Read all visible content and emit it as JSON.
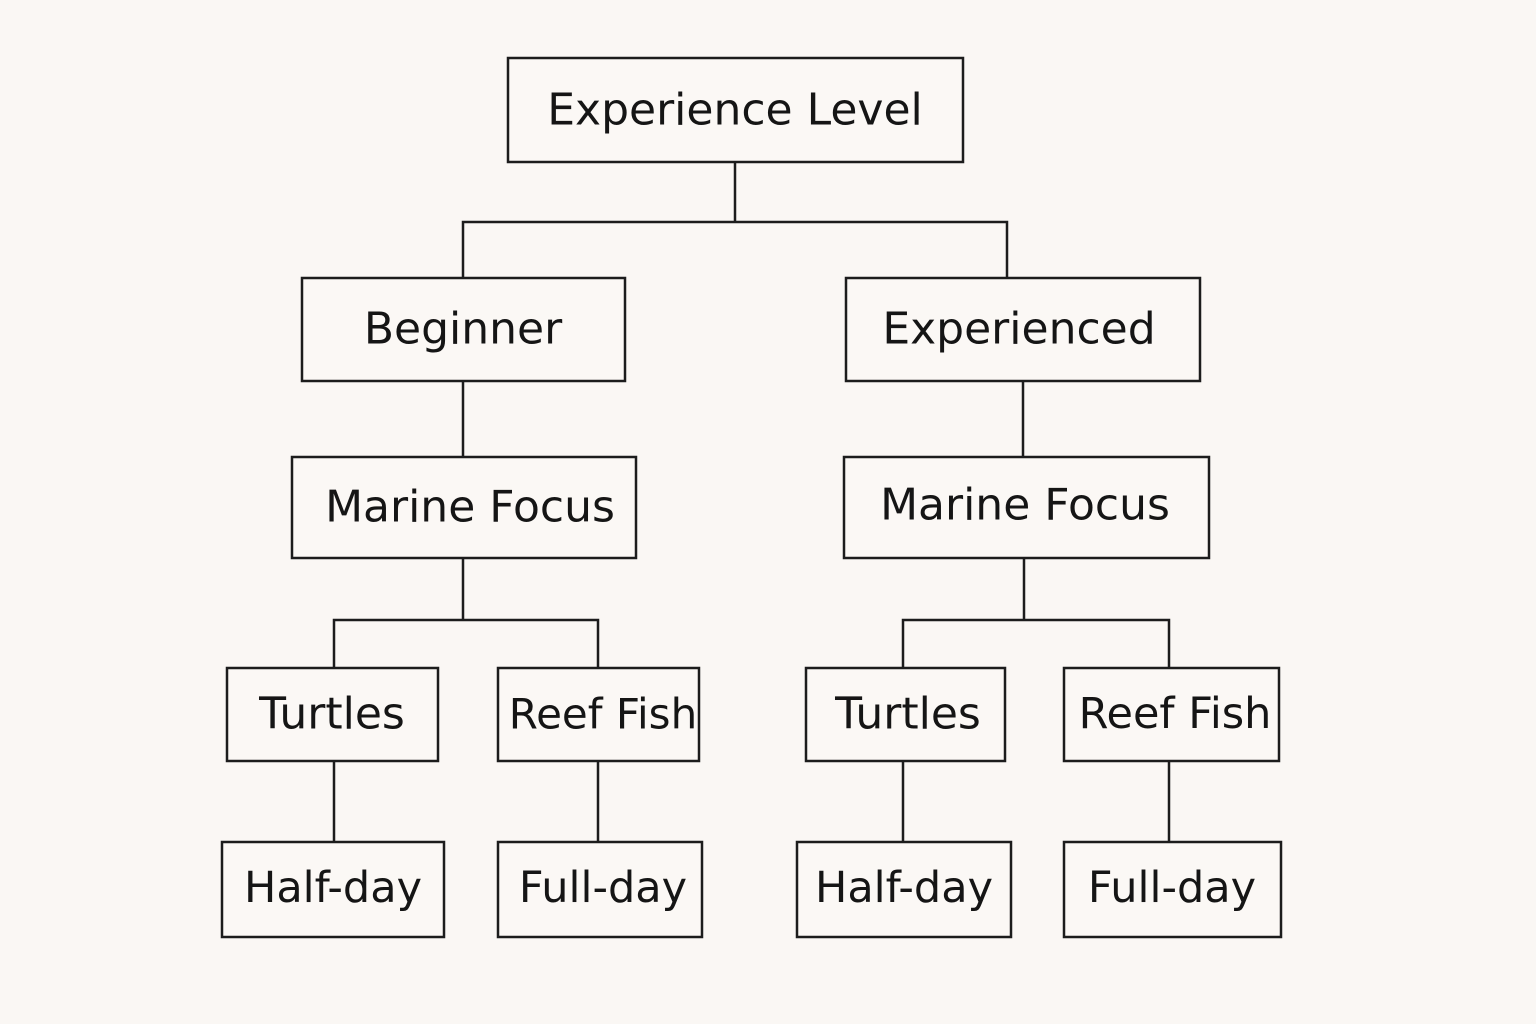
{
  "colors": {
    "background": "#faf7f4",
    "box_fill": "#fbf8f5",
    "line": "#1c1c1c",
    "text": "#151515"
  },
  "tree": {
    "label": "Experience Level",
    "children": [
      {
        "label": "Beginner",
        "children": [
          {
            "label": "Marine Focus",
            "children": [
              {
                "label": "Turtles",
                "children": [
                  {
                    "label": "Half-day"
                  }
                ]
              },
              {
                "label": "Reef Fish",
                "children": [
                  {
                    "label": "Full-day"
                  }
                ]
              }
            ]
          }
        ]
      },
      {
        "label": "Experienced",
        "children": [
          {
            "label": "Marine Focus",
            "children": [
              {
                "label": "Turtles",
                "children": [
                  {
                    "label": "Half-day"
                  }
                ]
              },
              {
                "label": "Reef Fish",
                "children": [
                  {
                    "label": "Full-day"
                  }
                ]
              }
            ]
          }
        ]
      }
    ]
  }
}
